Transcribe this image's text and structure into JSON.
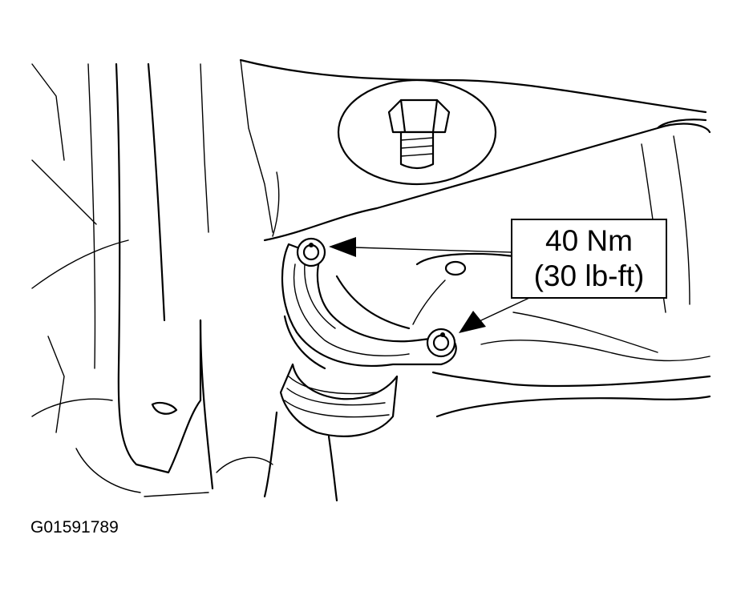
{
  "callout": {
    "torque_nm": "40 Nm",
    "torque_lbft": "(30 lb-ft)"
  },
  "figure_id": "G01591789"
}
